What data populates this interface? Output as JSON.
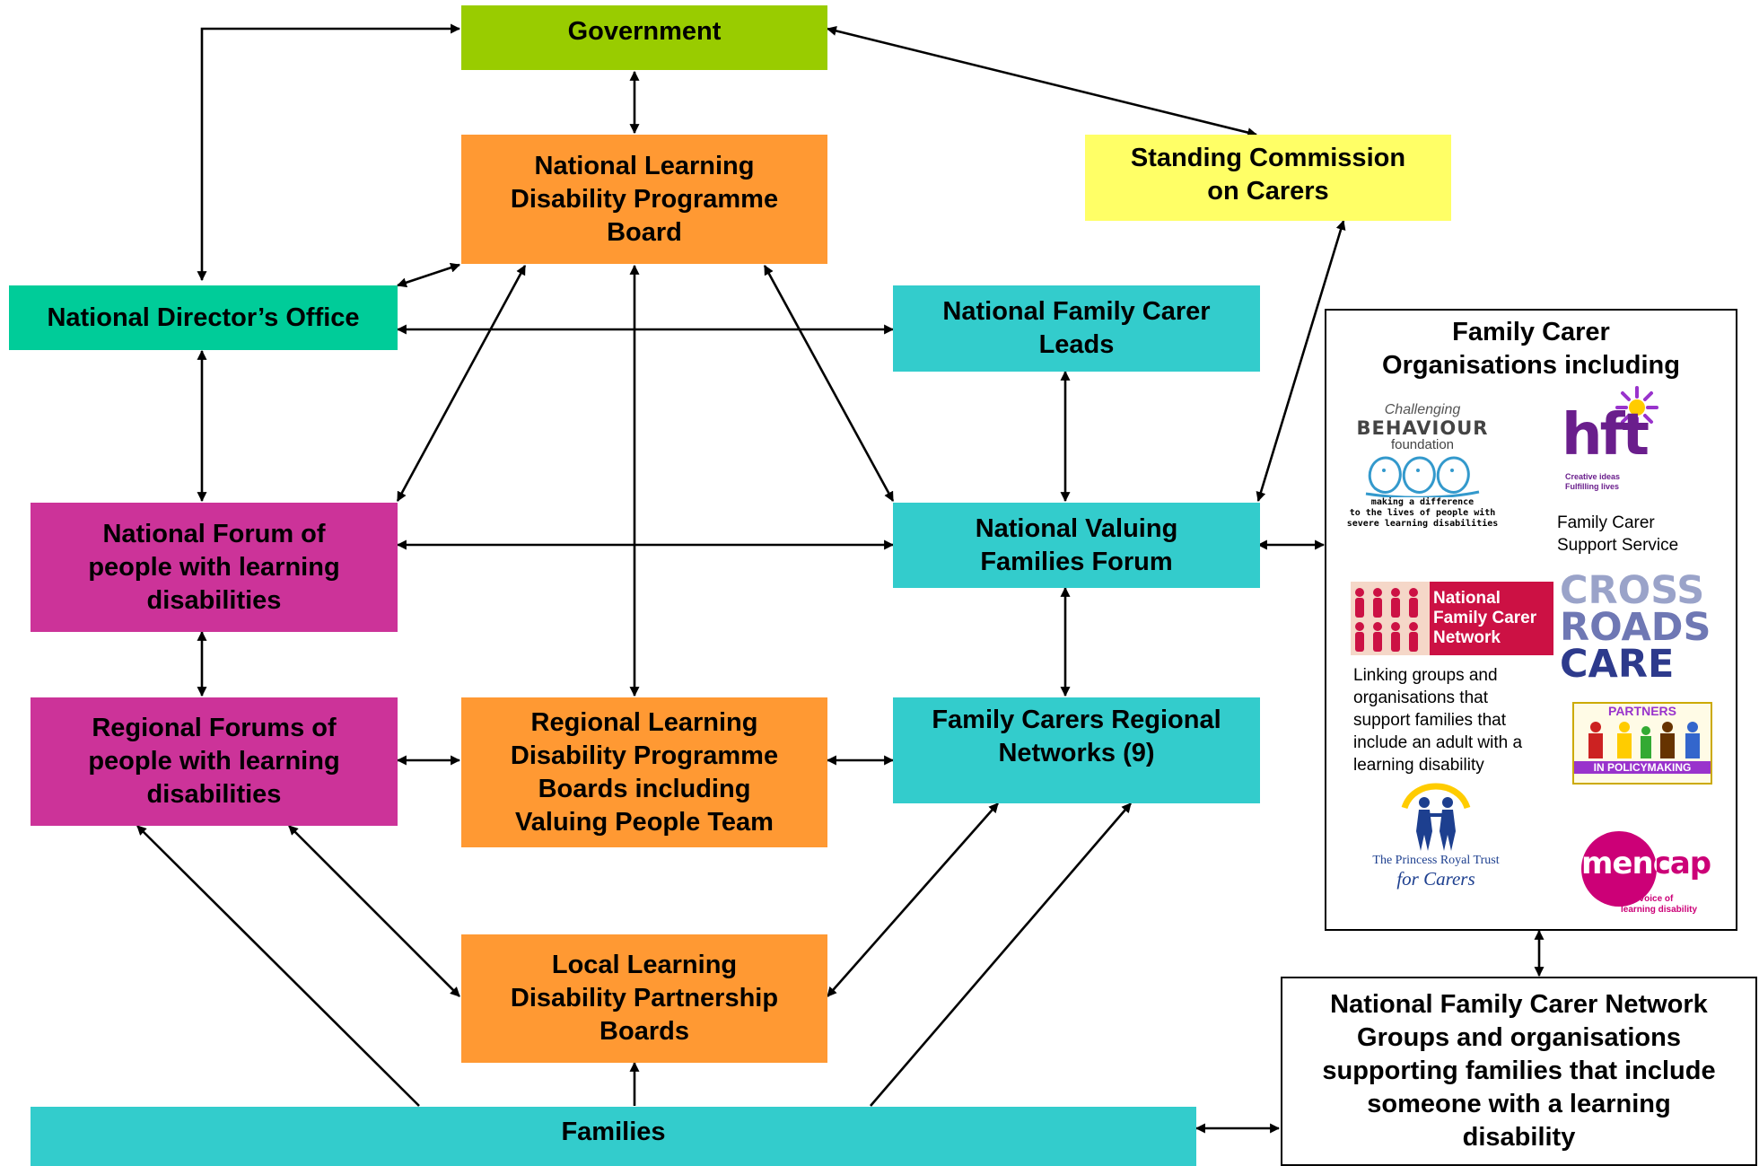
{
  "nodes": {
    "government": "Government",
    "programme_board": "National Learning\nDisability Programme\nBoard",
    "standing_commission": "Standing Commission\non Carers",
    "directors_office": "National Director’s Office",
    "family_carer_leads": "National Family Carer\nLeads",
    "national_forum": "National Forum of\npeople with learning\ndisabilities",
    "valuing_families": "National Valuing\nFamilies Forum",
    "regional_forums": "Regional Forums of\npeople with learning\ndisabilities",
    "regional_boards": "Regional Learning\nDisability Programme\nBoards including\nValuing People Team",
    "regional_networks": "Family Carers Regional\nNetworks (9)",
    "local_boards": "Local Learning\nDisability Partnership\nBoards",
    "families": "Families",
    "nfcn_groups": "National Family Carer Network\nGroups and organisations\nsupporting families that include\nsomeone with a learning\ndisability"
  },
  "panel": {
    "title": "Family Carer\nOrganisations including",
    "cbf": {
      "line1": "Challenging",
      "line2": "BEHAVIOUR",
      "line3": "foundation",
      "tagline": "making a difference\nto the lives of people with\nsevere learning disabilities"
    },
    "hft": {
      "name": "hft",
      "tagline": "Creative ideas\nFulfilling lives",
      "caption": "Family Carer\nSupport Service"
    },
    "nfcn": {
      "name": "National\nFamily Carer\nNetwork",
      "caption": "Linking groups and\norganisations that\nsupport families that\ninclude an adult with a\nlearning disability"
    },
    "crossroads": {
      "line1": "CROSS",
      "line2": "ROADS",
      "line3": "CARE"
    },
    "partners": {
      "top": "PARTNERS",
      "bottom": "IN POLICYMAKING"
    },
    "princess": {
      "line1": "The Princess Royal Trust",
      "line2": "for Carers"
    },
    "mencap": {
      "name": "mencap",
      "tagline": "The voice of\nlearning disability"
    }
  },
  "colors": {
    "government": "#99cc00",
    "orange": "#ff9933",
    "yellow": "#ffff66",
    "teal": "#00cc99",
    "cyan": "#33cccc",
    "magenta": "#cc3399"
  }
}
